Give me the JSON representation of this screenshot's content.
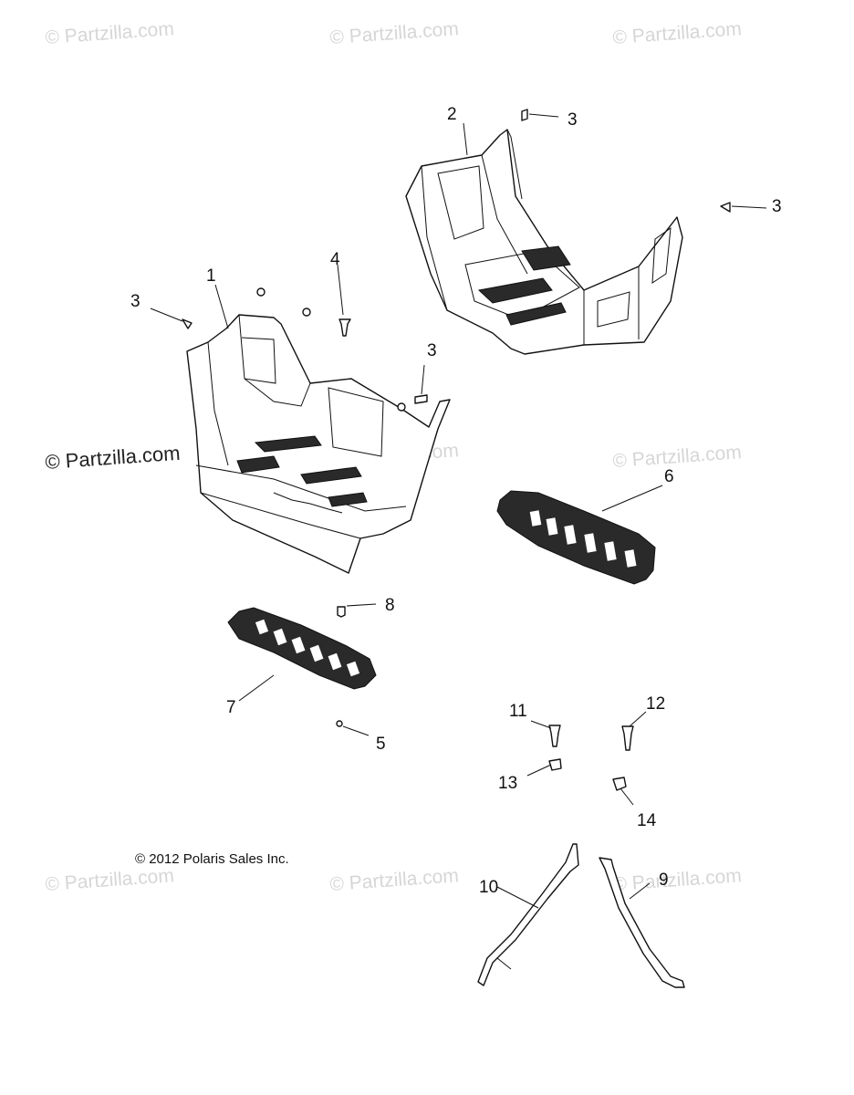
{
  "watermarks": [
    {
      "id": "wm-1",
      "text": "© Partzilla.com"
    },
    {
      "id": "wm-2",
      "text": "© Partzilla.com"
    },
    {
      "id": "wm-3",
      "text": "© Partzilla.com"
    },
    {
      "id": "wm-4",
      "text": "© Partzilla.com"
    },
    {
      "id": "wm-5",
      "text": "© Partzilla.com"
    },
    {
      "id": "wm-6",
      "text": "© Partzilla.com"
    },
    {
      "id": "wm-7",
      "text": "© Partzilla.com"
    },
    {
      "id": "wm-8",
      "text": "© Partzilla.com"
    }
  ],
  "watermark_dark": "© Partzilla.com",
  "copyright": "© 2012 Polaris Sales Inc.",
  "callouts": {
    "c1": "1",
    "c2": "2",
    "c3a": "3",
    "c3b": "3",
    "c3c": "3",
    "c3d": "3",
    "c4": "4",
    "c5": "5",
    "c6": "6",
    "c7": "7",
    "c8": "8",
    "c9": "9",
    "c10": "10",
    "c11": "11",
    "c12": "12",
    "c13": "13",
    "c14": "14"
  }
}
